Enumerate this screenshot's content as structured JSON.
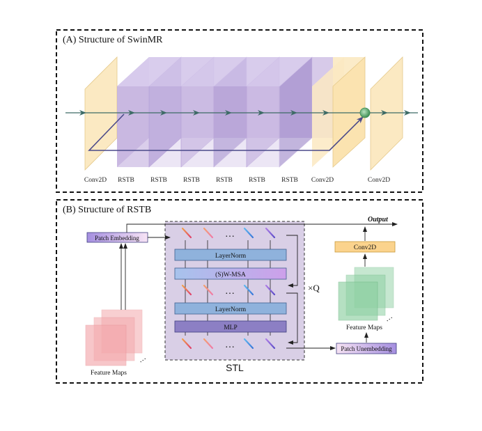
{
  "panel_a": {
    "title": "(A) Structure of  SwinMR",
    "labels": [
      "Conv2D",
      "RSTB",
      "RSTB",
      "RSTB",
      "RSTB",
      "RSTB",
      "RSTB",
      "Conv2D",
      "Conv2D"
    ]
  },
  "panel_b": {
    "title": "(B) Structure of  RSTB",
    "patch_embedding": "Patch Embedding",
    "patch_unembedding": "Patch Unembedding",
    "layernorm_1": "LayerNorm",
    "msa": "(S)W-MSA",
    "layernorm_2": "LayerNorm",
    "mlp": "MLP",
    "dots": "…",
    "repeat": "×Q",
    "stl": "STL",
    "output": "Output",
    "conv2d": "Conv2D",
    "feature_maps_left": "Feature Maps",
    "feature_maps_right": "Feature Maps",
    "feature_maps_dots": "…"
  },
  "colors": {
    "conv_fill": "#fbe9c2",
    "rstb_fill": "#c9b8e2",
    "rstb_dark": "#9b84c8",
    "arrow": "#3d6b66",
    "layernorm": "#8fb2dc",
    "msa_start": "#9fbfe8",
    "msa_end": "#c79de6",
    "mlp": "#8c7fc4",
    "stl_bg": "#d9cfe6",
    "conv_orange": "#fbd38d",
    "pink": "#f4a9ad",
    "green": "#8ed0a3",
    "sum_node": "#4c9a61"
  }
}
